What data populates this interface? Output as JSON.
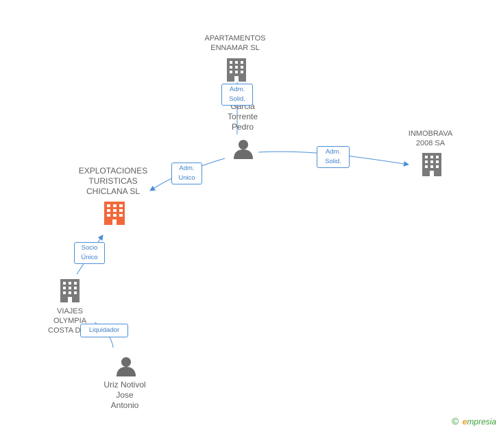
{
  "colors": {
    "company_icon": "#7a7a7a",
    "focus_company_icon": "#f2683a",
    "person_icon": "#6c6c6c",
    "edge": "#4a8fd8",
    "edge_tag_text": "#3f80c8",
    "label_text": "#5f5f5f",
    "brand_green": "#3a9e3a",
    "brand_orange": "#f39b1f"
  },
  "nodes": {
    "apartamentos": {
      "lines": [
        "APARTAMENTOS",
        "ENNAMAR SL"
      ],
      "icon": "building-icon"
    },
    "garcia": {
      "lines": [
        "Garcia",
        "Torrente",
        "Pedro"
      ],
      "icon": "person-icon"
    },
    "inmobrava": {
      "lines": [
        "INMOBRAVA",
        "2008 SA"
      ],
      "icon": "building-icon"
    },
    "explotaciones": {
      "lines": [
        "EXPLOTACIONES",
        "TURISTICAS",
        "CHICLANA SL"
      ],
      "icon": "building-icon"
    },
    "viajes": {
      "lines": [
        "VIAJES",
        "OLYMPIA",
        "COSTA DE..."
      ],
      "icon": "building-icon"
    },
    "uriz": {
      "lines": [
        "Uriz Notivol",
        "Jose",
        "Antonio"
      ],
      "icon": "person-icon"
    }
  },
  "edges": {
    "garcia_apartamentos": {
      "lines": [
        "Adm.",
        "Solid."
      ]
    },
    "garcia_inmobrava": {
      "lines": [
        "Adm.",
        "Solid."
      ]
    },
    "garcia_explotaciones": {
      "lines": [
        "Adm.",
        "Unico"
      ]
    },
    "viajes_explotaciones": {
      "lines": [
        "Socio",
        "Único"
      ]
    },
    "uriz_viajes": {
      "lines": [
        "Liquidador"
      ]
    }
  },
  "brand": {
    "copyright": "©",
    "e_mark": "e",
    "rest": "mpresia"
  }
}
